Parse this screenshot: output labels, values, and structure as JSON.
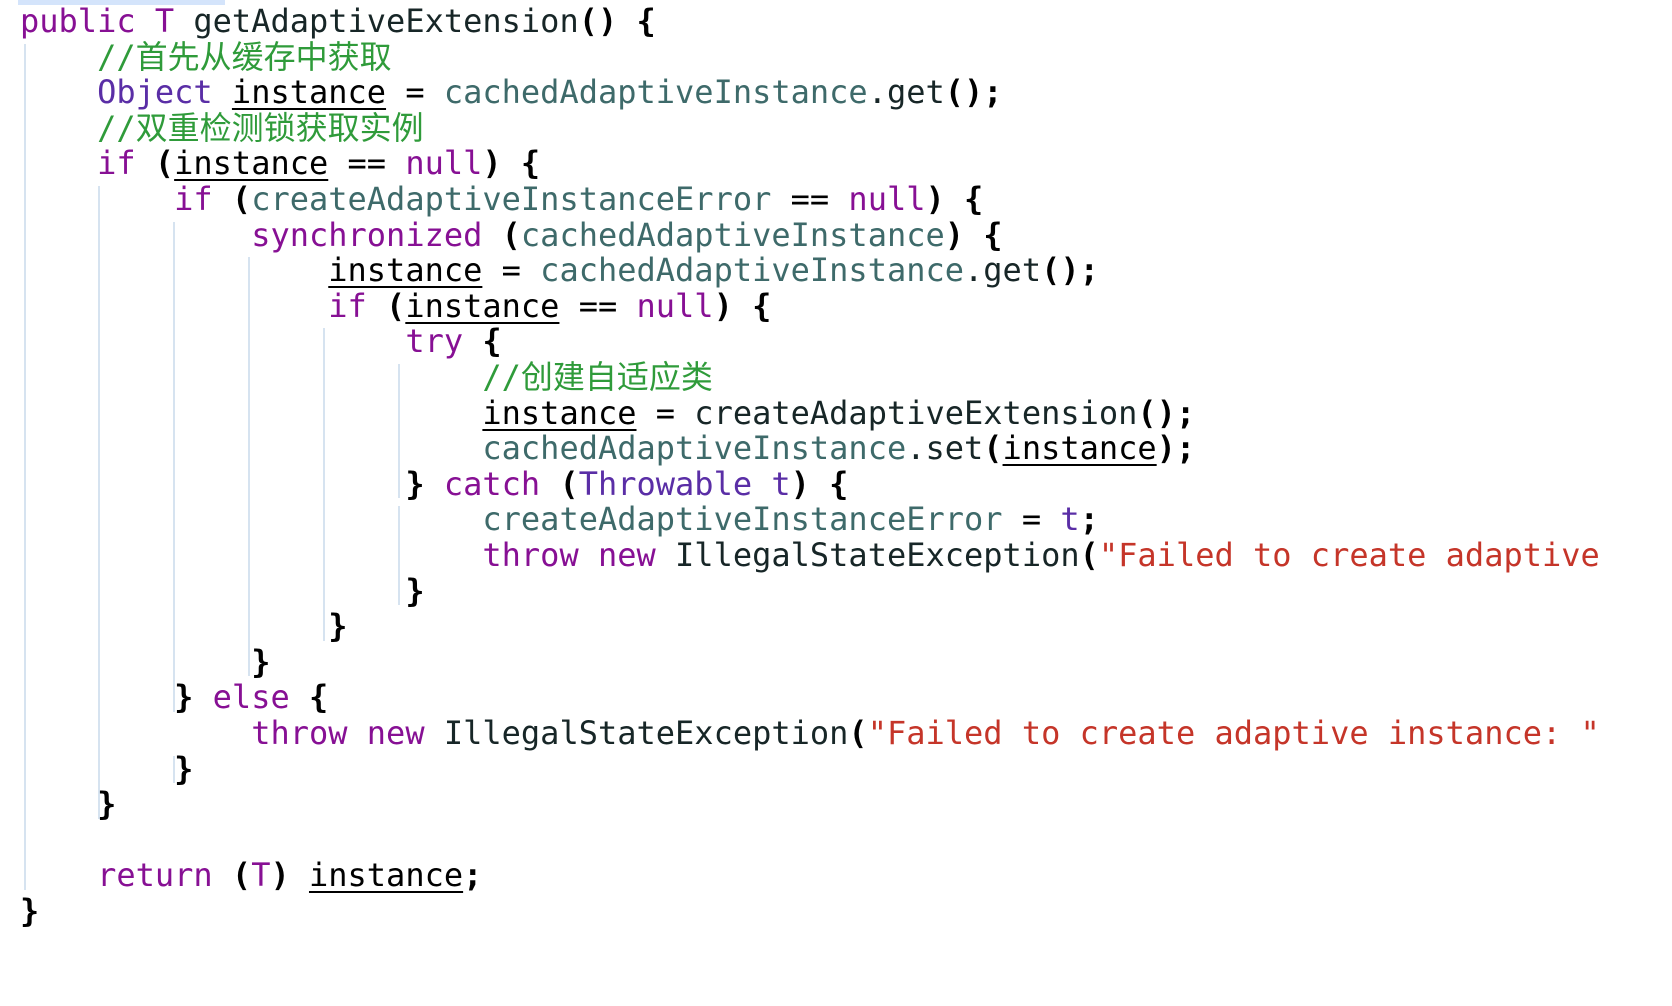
{
  "lines": [
    [
      {
        "t": "public T ",
        "c": "kw"
      },
      {
        "t": "getAdaptiveExtension",
        "c": "method"
      },
      {
        "t": "() {",
        "c": "brace"
      }
    ],
    [
      {
        "t": "    //首先从缓存中获取",
        "c": "comment"
      }
    ],
    [
      {
        "t": "    ",
        "c": "plain"
      },
      {
        "t": "Object",
        "c": "type"
      },
      {
        "t": " ",
        "c": "plain"
      },
      {
        "t": "instance",
        "c": "plain local"
      },
      {
        "t": " = ",
        "c": "plain"
      },
      {
        "t": "cachedAdaptiveInstance",
        "c": "field"
      },
      {
        "t": ".get",
        "c": "method"
      },
      {
        "t": "();",
        "c": "brace"
      }
    ],
    [
      {
        "t": "    //双重检测锁获取实例",
        "c": "comment"
      }
    ],
    [
      {
        "t": "    ",
        "c": "plain"
      },
      {
        "t": "if",
        "c": "kw"
      },
      {
        "t": " (",
        "c": "brace"
      },
      {
        "t": "instance",
        "c": "plain local"
      },
      {
        "t": " == ",
        "c": "plain"
      },
      {
        "t": "null",
        "c": "kw"
      },
      {
        "t": ") {",
        "c": "brace"
      }
    ],
    [
      {
        "t": "        ",
        "c": "plain"
      },
      {
        "t": "if",
        "c": "kw"
      },
      {
        "t": " (",
        "c": "brace"
      },
      {
        "t": "createAdaptiveInstanceError",
        "c": "field"
      },
      {
        "t": " == ",
        "c": "plain"
      },
      {
        "t": "null",
        "c": "kw"
      },
      {
        "t": ") {",
        "c": "brace"
      }
    ],
    [
      {
        "t": "            ",
        "c": "plain"
      },
      {
        "t": "synchronized",
        "c": "kw"
      },
      {
        "t": " (",
        "c": "brace"
      },
      {
        "t": "cachedAdaptiveInstance",
        "c": "field"
      },
      {
        "t": ") {",
        "c": "brace"
      }
    ],
    [
      {
        "t": "                ",
        "c": "plain"
      },
      {
        "t": "instance",
        "c": "plain local"
      },
      {
        "t": " = ",
        "c": "plain"
      },
      {
        "t": "cachedAdaptiveInstance",
        "c": "field"
      },
      {
        "t": ".get",
        "c": "method"
      },
      {
        "t": "();",
        "c": "brace"
      }
    ],
    [
      {
        "t": "                ",
        "c": "plain"
      },
      {
        "t": "if",
        "c": "kw"
      },
      {
        "t": " (",
        "c": "brace"
      },
      {
        "t": "instance",
        "c": "plain local"
      },
      {
        "t": " == ",
        "c": "plain"
      },
      {
        "t": "null",
        "c": "kw"
      },
      {
        "t": ") {",
        "c": "brace"
      }
    ],
    [
      {
        "t": "                    ",
        "c": "plain"
      },
      {
        "t": "try",
        "c": "kw"
      },
      {
        "t": " {",
        "c": "brace"
      }
    ],
    [
      {
        "t": "                        //创建自适应类",
        "c": "comment"
      }
    ],
    [
      {
        "t": "                        ",
        "c": "plain"
      },
      {
        "t": "instance",
        "c": "plain local"
      },
      {
        "t": " = ",
        "c": "plain"
      },
      {
        "t": "createAdaptiveExtension",
        "c": "method"
      },
      {
        "t": "();",
        "c": "brace"
      }
    ],
    [
      {
        "t": "                        ",
        "c": "plain"
      },
      {
        "t": "cachedAdaptiveInstance",
        "c": "field"
      },
      {
        "t": ".set",
        "c": "method"
      },
      {
        "t": "(",
        "c": "brace"
      },
      {
        "t": "instance",
        "c": "plain local"
      },
      {
        "t": ");",
        "c": "brace"
      }
    ],
    [
      {
        "t": "                    ",
        "c": "plain"
      },
      {
        "t": "}",
        "c": "brace"
      },
      {
        "t": " ",
        "c": "plain"
      },
      {
        "t": "catch",
        "c": "kw"
      },
      {
        "t": " (",
        "c": "brace"
      },
      {
        "t": "Throwable",
        "c": "type"
      },
      {
        "t": " ",
        "c": "plain"
      },
      {
        "t": "t",
        "c": "type"
      },
      {
        "t": ") {",
        "c": "brace"
      }
    ],
    [
      {
        "t": "                        ",
        "c": "plain"
      },
      {
        "t": "createAdaptiveInstanceError",
        "c": "field"
      },
      {
        "t": " = ",
        "c": "plain"
      },
      {
        "t": "t",
        "c": "type"
      },
      {
        "t": ";",
        "c": "brace"
      }
    ],
    [
      {
        "t": "                        ",
        "c": "plain"
      },
      {
        "t": "throw new",
        "c": "kw"
      },
      {
        "t": " ",
        "c": "plain"
      },
      {
        "t": "IllegalStateException",
        "c": "method"
      },
      {
        "t": "(",
        "c": "brace"
      },
      {
        "t": "\"Failed to create adaptive",
        "c": "str"
      }
    ],
    [
      {
        "t": "                    ",
        "c": "plain"
      },
      {
        "t": "}",
        "c": "brace"
      }
    ],
    [
      {
        "t": "                ",
        "c": "plain"
      },
      {
        "t": "}",
        "c": "brace"
      }
    ],
    [
      {
        "t": "            ",
        "c": "plain"
      },
      {
        "t": "}",
        "c": "brace"
      }
    ],
    [
      {
        "t": "        ",
        "c": "plain"
      },
      {
        "t": "}",
        "c": "brace"
      },
      {
        "t": " ",
        "c": "plain"
      },
      {
        "t": "else",
        "c": "kw"
      },
      {
        "t": " {",
        "c": "brace"
      }
    ],
    [
      {
        "t": "            ",
        "c": "plain"
      },
      {
        "t": "throw new",
        "c": "kw"
      },
      {
        "t": " ",
        "c": "plain"
      },
      {
        "t": "IllegalStateException",
        "c": "method"
      },
      {
        "t": "(",
        "c": "brace"
      },
      {
        "t": "\"Failed to create adaptive instance: \"",
        "c": "str"
      }
    ],
    [
      {
        "t": "        ",
        "c": "plain"
      },
      {
        "t": "}",
        "c": "brace"
      }
    ],
    [
      {
        "t": "    ",
        "c": "plain"
      },
      {
        "t": "}",
        "c": "brace"
      }
    ],
    [],
    [
      {
        "t": "    ",
        "c": "plain"
      },
      {
        "t": "return",
        "c": "kw"
      },
      {
        "t": " (",
        "c": "brace"
      },
      {
        "t": "T",
        "c": "kw"
      },
      {
        "t": ") ",
        "c": "brace"
      },
      {
        "t": "instance",
        "c": "plain local"
      },
      {
        "t": ";",
        "c": "brace"
      }
    ],
    [
      {
        "t": "}",
        "c": "brace"
      }
    ]
  ]
}
